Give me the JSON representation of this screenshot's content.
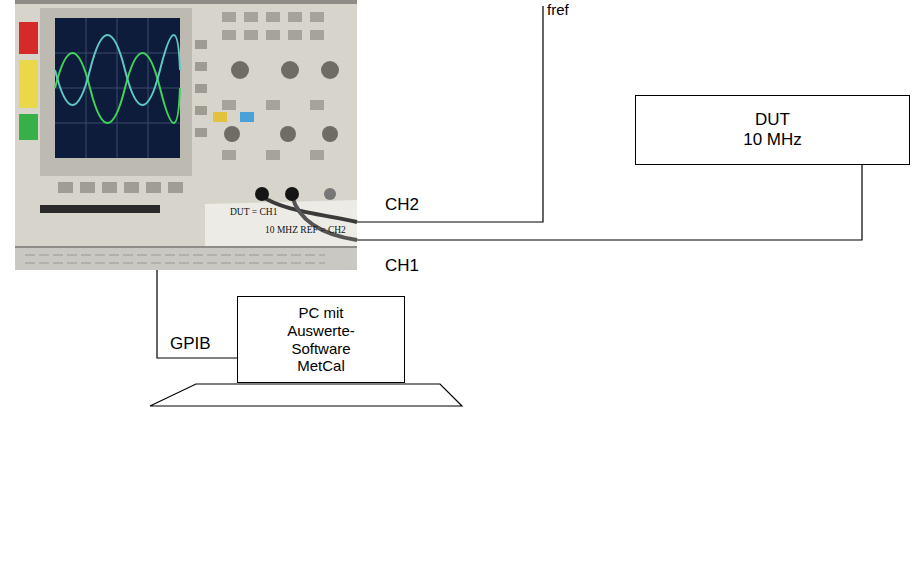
{
  "diagram": {
    "nodes": [
      {
        "text": [
          "DUT = CH1",
          "10 MHZ REF = CH2"
        ]
      },
      {
        "text": [
          "DUT",
          "10 MHz"
        ]
      },
      {
        "text": [
          "PC mit Auswerte-Software MetCal"
        ]
      }
    ],
    "edges": [
      {
        "from": 0,
        "to": 1,
        "arrow": "none",
        "label": "CH1"
      },
      {
        "from": 0,
        "to": 2,
        "arrow": "none",
        "label": "GPIB"
      }
    ],
    "labels": [
      "fref",
      "CH2"
    ]
  }
}
